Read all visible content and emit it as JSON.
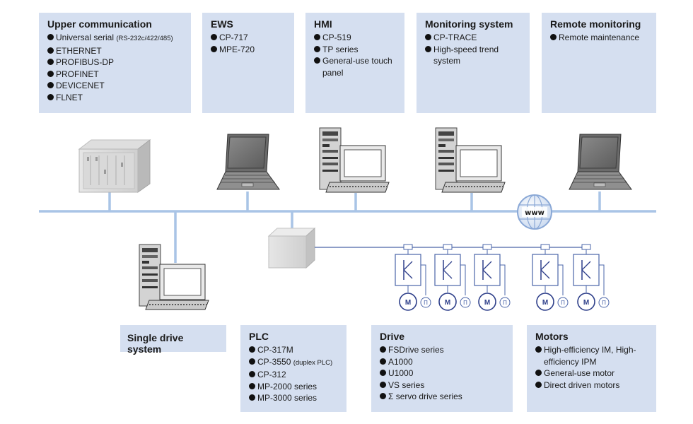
{
  "top_boxes": [
    {
      "title": "Upper communication",
      "items": [
        {
          "text": "Universal serial",
          "small": "(RS-232c/422/485)"
        },
        {
          "text": "ETHERNET"
        },
        {
          "text": "PROFIBUS-DP"
        },
        {
          "text": "PROFINET"
        },
        {
          "text": "DEVICENET"
        },
        {
          "text": "FLNET"
        }
      ]
    },
    {
      "title": "EWS",
      "items": [
        {
          "text": "CP-717"
        },
        {
          "text": "MPE-720"
        }
      ]
    },
    {
      "title": "HMI",
      "items": [
        {
          "text": "CP-519"
        },
        {
          "text": "TP series"
        },
        {
          "text": "General-use touch panel"
        }
      ]
    },
    {
      "title": "Monitoring system",
      "items": [
        {
          "text": "CP-TRACE"
        },
        {
          "text": "High-speed trend system"
        }
      ]
    },
    {
      "title": "Remote monitoring",
      "items": [
        {
          "text": "Remote maintenance"
        }
      ]
    }
  ],
  "bottom_boxes": [
    {
      "title": "Single drive system",
      "items": []
    },
    {
      "title": "PLC",
      "items": [
        {
          "text": "CP-317M"
        },
        {
          "text": "CP-3550",
          "small": "(duplex PLC)"
        },
        {
          "text": "CP-312"
        },
        {
          "text": "MP-2000 series"
        },
        {
          "text": "MP-3000 series"
        }
      ]
    },
    {
      "title": "Drive",
      "items": [
        {
          "text": "FSDrive series"
        },
        {
          "text": "A1000"
        },
        {
          "text": "U1000"
        },
        {
          "text": "VS series"
        },
        {
          "text": "Σ servo drive series"
        }
      ]
    },
    {
      "title": "Motors",
      "items": [
        {
          "text": "High-efficiency IM, High-efficiency IPM"
        },
        {
          "text": "General-use motor"
        },
        {
          "text": "Direct driven motors"
        }
      ]
    }
  ],
  "internet_label": "www",
  "motor_label": "M",
  "pulse_label": "Π",
  "colors": {
    "box_bg": "#d5dff0",
    "bus_line": "#a9c4e6",
    "drive_line": "#4a64a8",
    "motor_stroke": "#2e3f8a"
  }
}
